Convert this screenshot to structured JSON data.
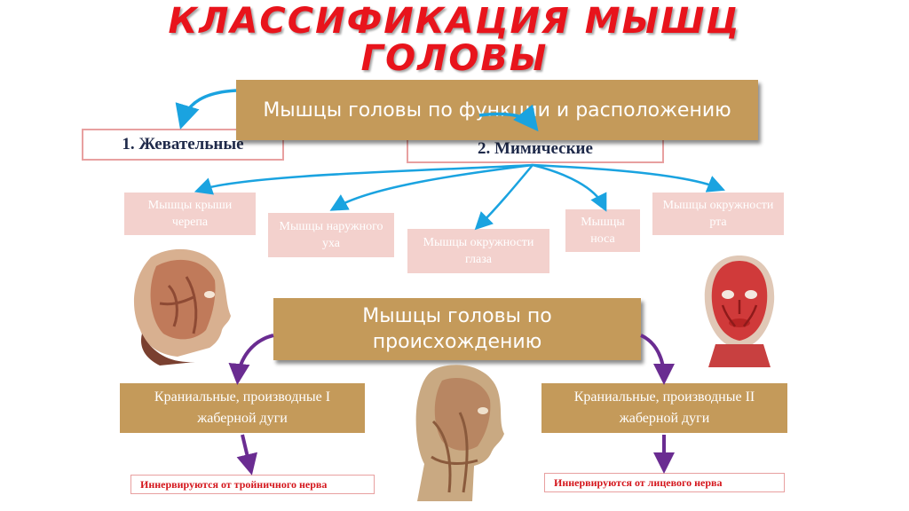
{
  "slide": {
    "title_line1": "КЛАССИФИКАЦИЯ МЫШЦ",
    "title_line2": "ГОЛОВЫ",
    "function_box": "Мышцы головы по функции и расположению",
    "masticatory": "1. Жевательные",
    "mimic": "2. Мимические",
    "mimic_groups": [
      "Мышцы крыши черепа",
      "Мышцы наружного уха",
      "Мышцы окружности глаза",
      "Мышцы носа",
      "Мышцы окружности рта"
    ],
    "origin_box": "Мышцы головы по происхождению",
    "cranial_1": "Краниальные, производные I жаберной дуги",
    "cranial_2": "Краниальные, производные II жаберной дуги",
    "innerv_1": "Иннервируются от тройничного нерва",
    "innerv_2": "Иннервируются от лицевого нерва"
  },
  "colors": {
    "title": "#e8141c",
    "brown": "#c49a5a",
    "pink": "#f3d1cd",
    "arrow_blue": "#1aa3e0",
    "arrow_purple": "#6a2c91"
  }
}
